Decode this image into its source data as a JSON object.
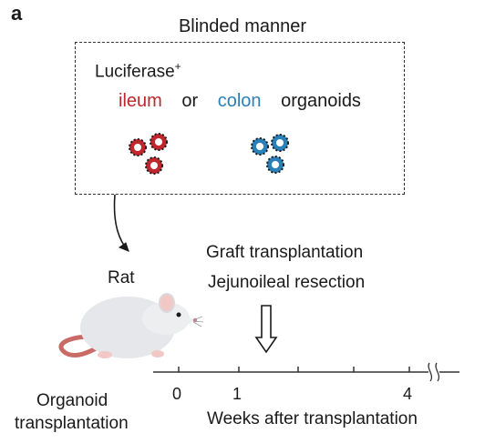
{
  "panel_label": "a",
  "title": "Blinded manner",
  "luciferase": {
    "text": "Luciferase",
    "superscript": "+"
  },
  "organoids": {
    "ileum": "ileum",
    "or": "or",
    "colon": "colon",
    "suffix": "organoids"
  },
  "rat_label": "Rat",
  "event": {
    "line1": "Graft transplantation",
    "line2": "Jejunoileal resection"
  },
  "timeline": {
    "ticks": [
      "0",
      "1",
      "4"
    ],
    "start_label_line1": "Organoid",
    "start_label_line2": "transplantation",
    "axis_label": "Weeks after transplantation"
  },
  "colors": {
    "ileum": "#c0272d",
    "colon": "#2a80b9",
    "line": "#333333"
  },
  "icons": [
    "ileum-organoid-icon",
    "colon-organoid-icon",
    "rat-icon",
    "down-arrow-icon",
    "curved-arrow-icon",
    "axis-break-icon"
  ]
}
